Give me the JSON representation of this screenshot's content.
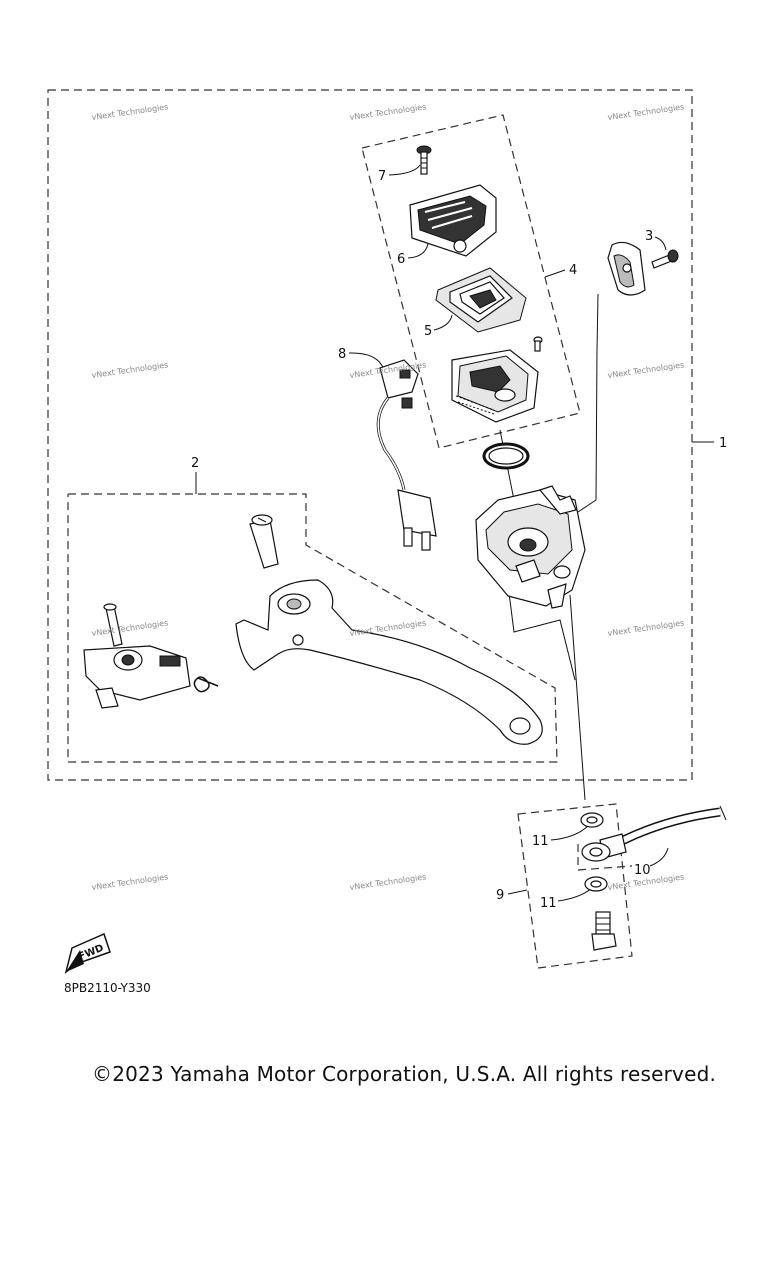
{
  "diagram": {
    "code": "8PB2110-Y330",
    "copyright": "©2023 Yamaha Motor Corporation, U.S.A. All rights reserved.",
    "fwd_label": "FWD",
    "watermark": "vNext Technologies",
    "callouts": [
      "1",
      "2",
      "3",
      "4",
      "5",
      "6",
      "7",
      "8",
      "9",
      "10",
      "11",
      "11"
    ]
  }
}
